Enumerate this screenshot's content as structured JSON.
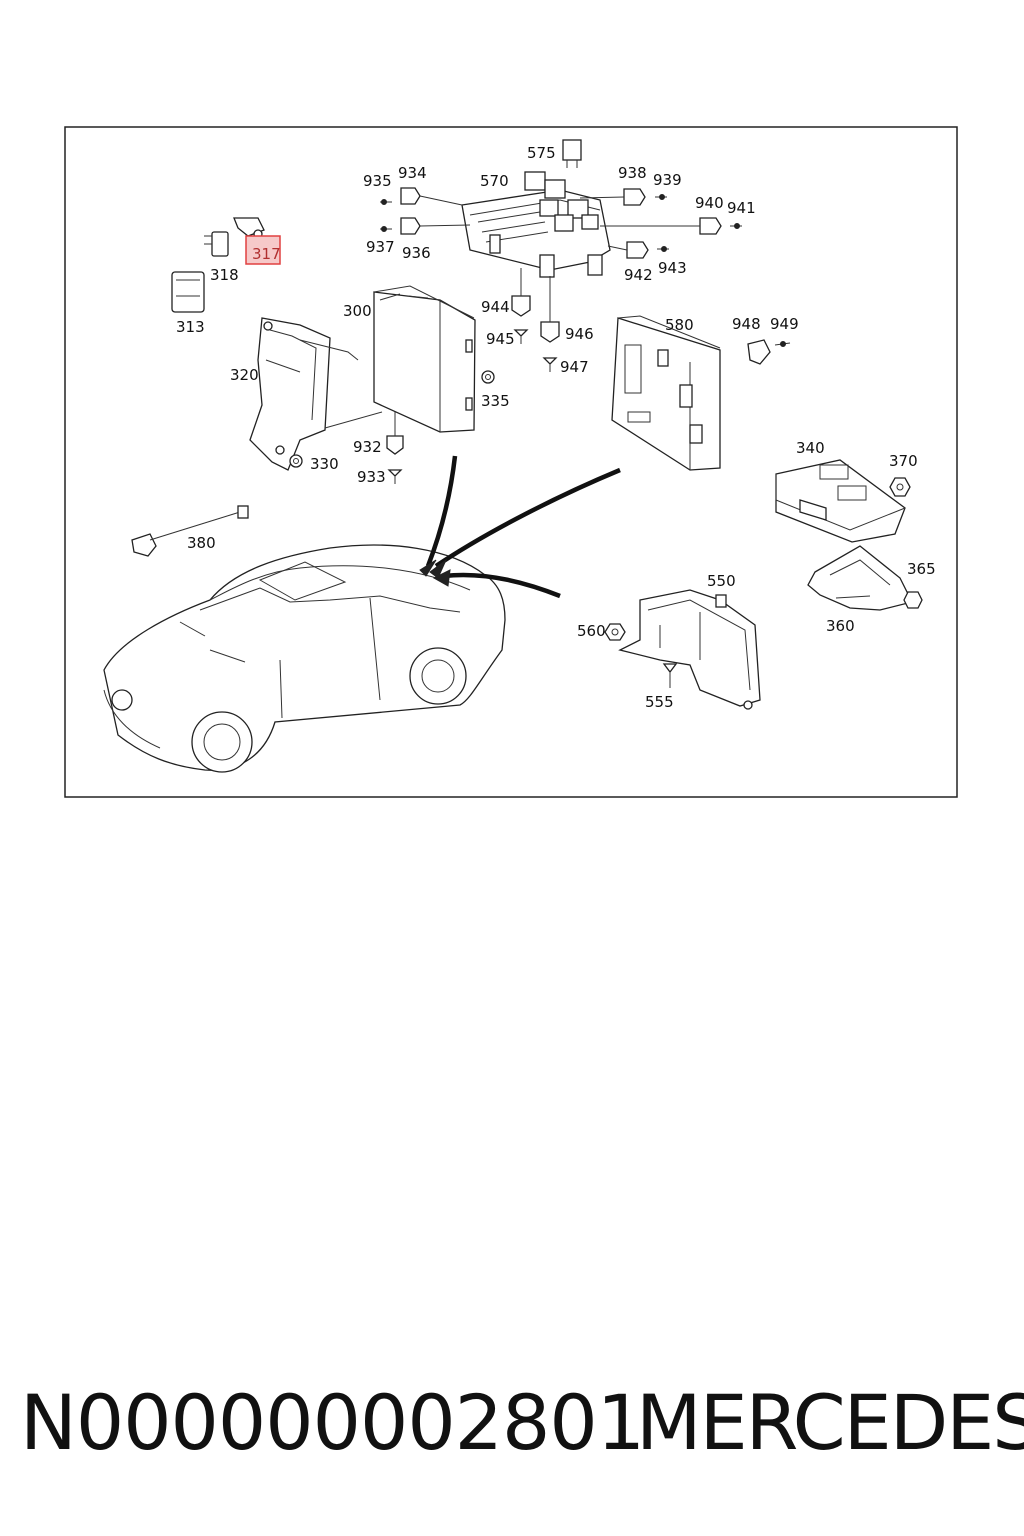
{
  "diagram": {
    "highlighted_part": "317",
    "part_labels": {
      "p575": "575",
      "p570": "570",
      "p935": "935",
      "p934": "934",
      "p937": "937",
      "p936": "936",
      "p938": "938",
      "p939": "939",
      "p940": "940",
      "p941": "941",
      "p942": "942",
      "p943": "943",
      "p317": "317",
      "p318": "318",
      "p313": "313",
      "p300": "300",
      "p944": "944",
      "p945": "945",
      "p946": "946",
      "p947": "947",
      "p580": "580",
      "p948": "948",
      "p949": "949",
      "p320": "320",
      "p335": "335",
      "p932": "932",
      "p933": "933",
      "p330": "330",
      "p340": "340",
      "p370": "370",
      "p380": "380",
      "p365": "365",
      "p360": "360",
      "p550": "550",
      "p560": "560",
      "p555": "555"
    }
  },
  "footer": {
    "part_number": "N000000002801",
    "brand": "MERCEDES"
  }
}
